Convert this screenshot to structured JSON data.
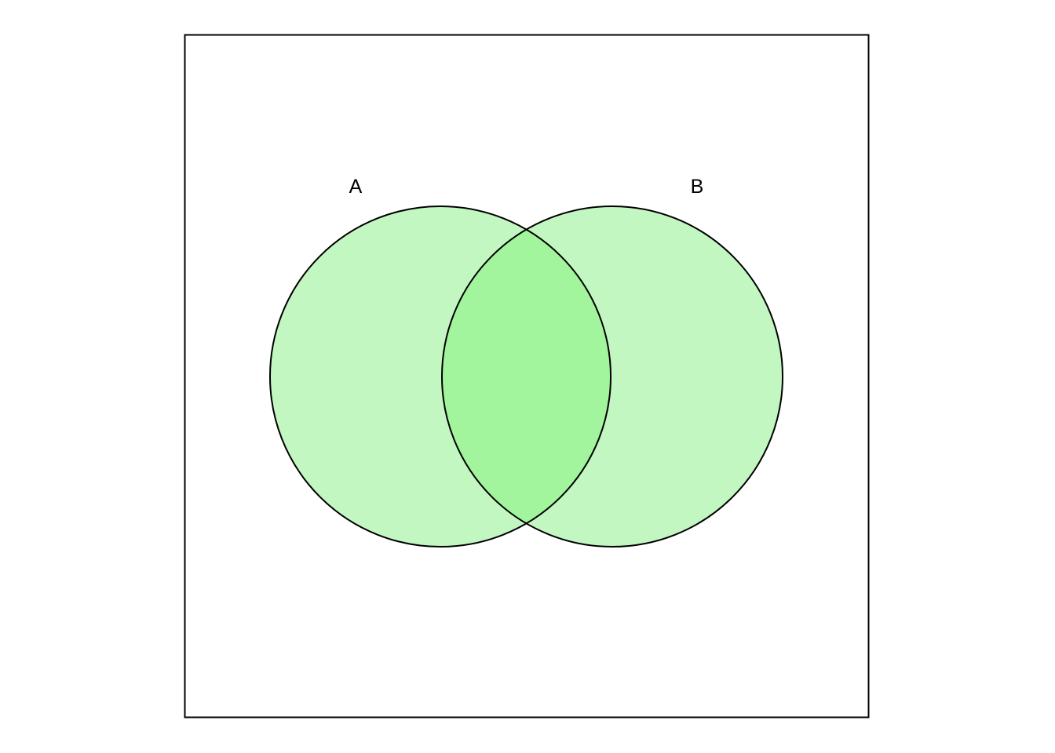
{
  "diagram": {
    "type": "venn",
    "sets": [
      {
        "label": "A",
        "fill_color": "#c2f7c2",
        "stroke_color": "#000000"
      },
      {
        "label": "B",
        "fill_color": "#c2f7c2",
        "stroke_color": "#000000"
      }
    ],
    "intersection": {
      "fill_color": "#a2f49d"
    },
    "frame_color": "#000000",
    "background_color": "#ffffff"
  }
}
